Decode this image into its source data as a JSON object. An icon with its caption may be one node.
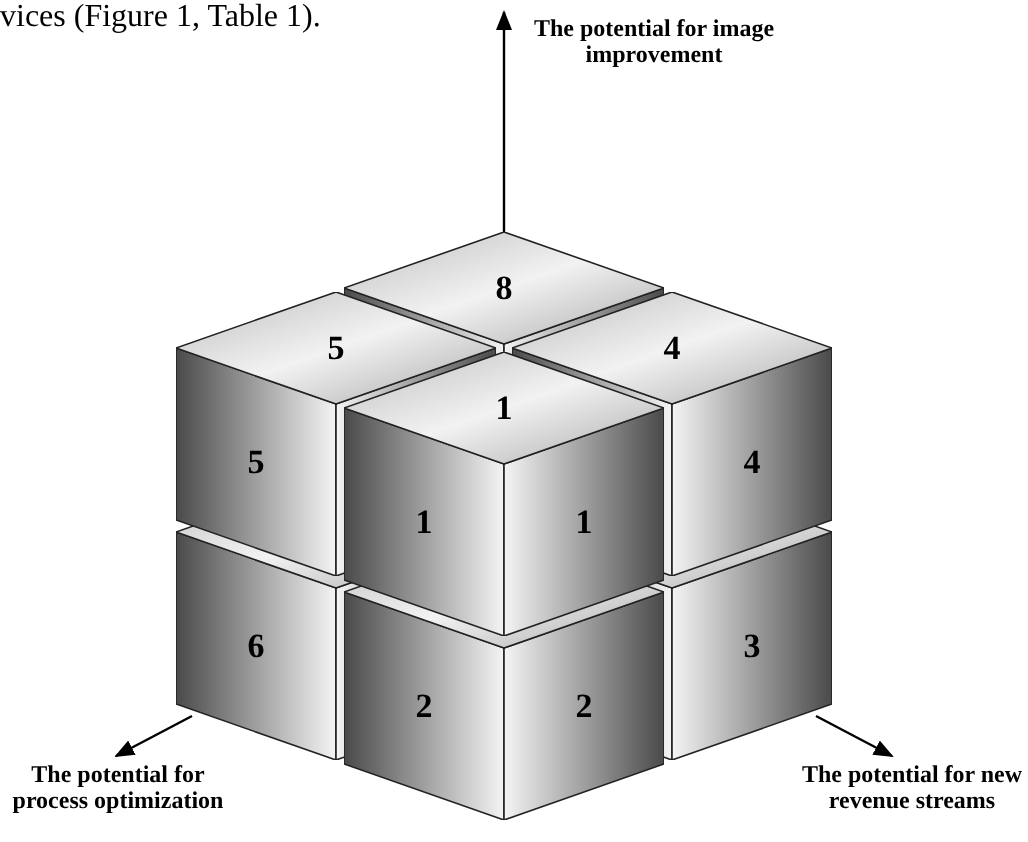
{
  "diagram": {
    "nodes": [
      {
        "text": [
          "8"
        ]
      },
      {
        "text": [
          "5",
          "5"
        ]
      },
      {
        "text": [
          "4",
          "4"
        ]
      },
      {
        "text": [
          "1",
          "1",
          "1"
        ]
      },
      {
        "text": [
          "6"
        ]
      },
      {
        "text": [
          "2",
          "2"
        ]
      },
      {
        "text": [
          "3"
        ]
      }
    ],
    "labels": [
      "vices (Figure 1, Table 1).",
      "The potential for image improvement",
      "The potential for process optimization",
      "The potential for new revenue streams"
    ]
  }
}
